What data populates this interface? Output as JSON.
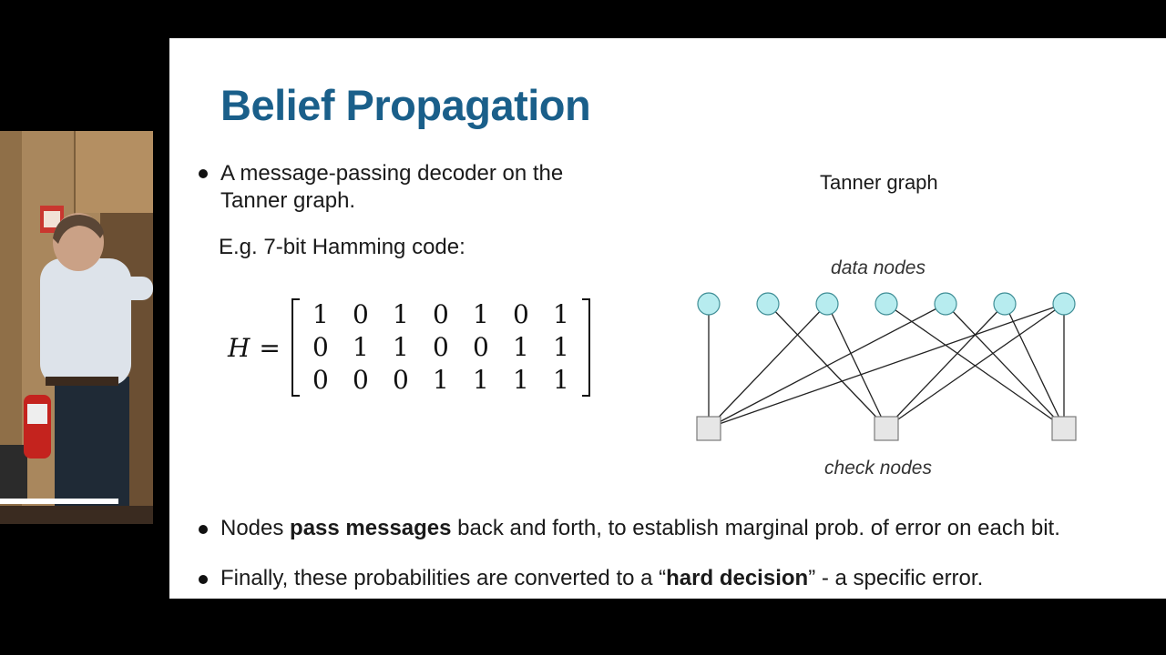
{
  "slide": {
    "title": "Belief Propagation",
    "bullet_1_line_1": "A message-passing decoder on the",
    "bullet_1_line_2": "Tanner graph.",
    "example_label": "E.g. 7-bit Hamming code:",
    "matrix_symbol": "H",
    "matrix_equals": "=",
    "matrix_rows": [
      [
        "1",
        "0",
        "1",
        "0",
        "1",
        "0",
        "1"
      ],
      [
        "0",
        "1",
        "1",
        "0",
        "0",
        "1",
        "1"
      ],
      [
        "0",
        "0",
        "0",
        "1",
        "1",
        "1",
        "1"
      ]
    ],
    "diagram_caption": "Tanner graph",
    "data_nodes_label": "data nodes",
    "check_nodes_label": "check nodes",
    "bullet_2": {
      "pre": "Nodes ",
      "bold": "pass messages",
      "post": " back and forth, to establish marginal prob. of error on each bit."
    },
    "bullet_3": {
      "pre": "Finally, these probabilities are converted to a “",
      "bold": "hard decision",
      "post": "” - a specific error."
    }
  },
  "colors": {
    "title": "#1a5f8a",
    "data_node_fill": "#b7ecef",
    "data_node_stroke": "#3f8e96",
    "check_node_fill": "#e6e6e6",
    "check_node_stroke": "#7a7a7a"
  }
}
